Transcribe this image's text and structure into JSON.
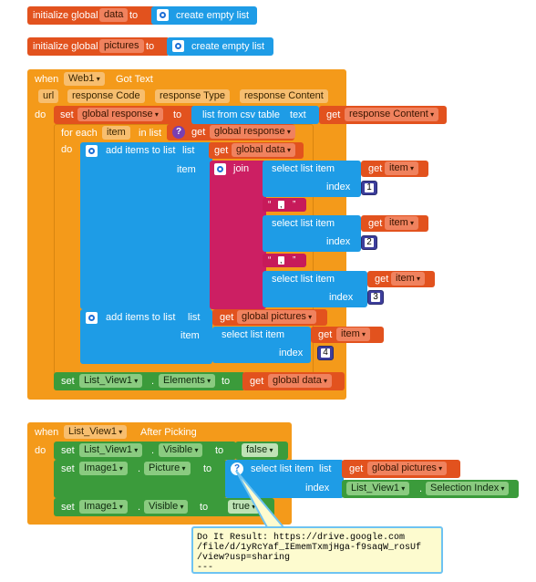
{
  "init": {
    "label": "initialize global",
    "to": "to",
    "var1": "data",
    "var2": "pictures",
    "create_empty_list": "create empty list"
  },
  "web_event": {
    "when": "when",
    "component": "Web1",
    "event": "Got Text",
    "params": [
      "url",
      "response Code",
      "response Type",
      "response Content"
    ],
    "do": "do",
    "set": "set",
    "global_response": "global response",
    "to": "to",
    "list_from_csv_table": "list from csv table",
    "text": "text",
    "get": "get",
    "response_content": "response Content",
    "for_each": "for each",
    "item": "item",
    "in_list": "in list",
    "add_items_to_list": "add items to list",
    "list": "list",
    "global_data": "global data",
    "global_pictures": "global pictures",
    "join": "join",
    "select_list_item": "select list item",
    "index": "index",
    "separator": ",",
    "idx1": "1",
    "idx2": "2",
    "idx3": "3",
    "idx4": "4",
    "list_view": "List_View1",
    "elements": "Elements"
  },
  "pick_event": {
    "when": "when",
    "component": "List_View1",
    "event": "After Picking",
    "do": "do",
    "set": "set",
    "to": "to",
    "visible": "Visible",
    "false": "false",
    "true": "true",
    "image": "Image1",
    "picture": "Picture",
    "select_list_item": "select list item",
    "list": "list",
    "get": "get",
    "global_pictures": "global pictures",
    "index": "index",
    "list_view": "List_View1",
    "selection_index": "Selection Index"
  },
  "tooltip": {
    "text": "Do It Result: https://drive.google.com\n/file/d/1yRcYaf_IEmemTxmjHga-f9saqW_rosUf\n/view?usp=sharing\n---"
  },
  "colors": {
    "variable": "#e2521e",
    "event": "#f49a1a",
    "list": "#1e9ce6",
    "component": "#3b9b3b",
    "text": "#cc1f63",
    "math": "#3d3e9c"
  }
}
